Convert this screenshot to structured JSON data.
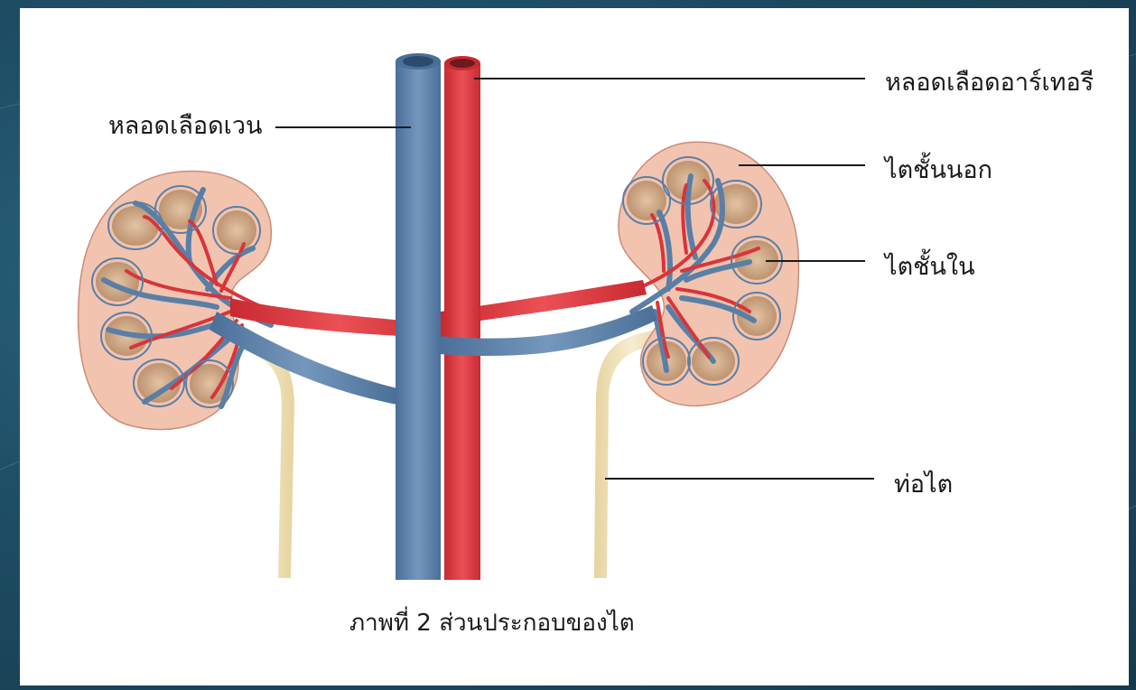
{
  "labels": {
    "vein": "หลอดเลือดเวน",
    "artery": "หลอดเลือดอาร์เทอรี",
    "cortex": "ไตชั้นนอก",
    "medulla": "ไตชั้นใน",
    "ureter": "ท่อไต"
  },
  "caption": "ภาพที่ 2 ส่วนประกอบของไต",
  "colors": {
    "vein": "#5a7fa6",
    "artery": "#d9343a",
    "cortex": "#f2c4b0",
    "medulla": "#c9a07c",
    "ureter": "#efe2b8",
    "frame": "#1f4f66"
  }
}
